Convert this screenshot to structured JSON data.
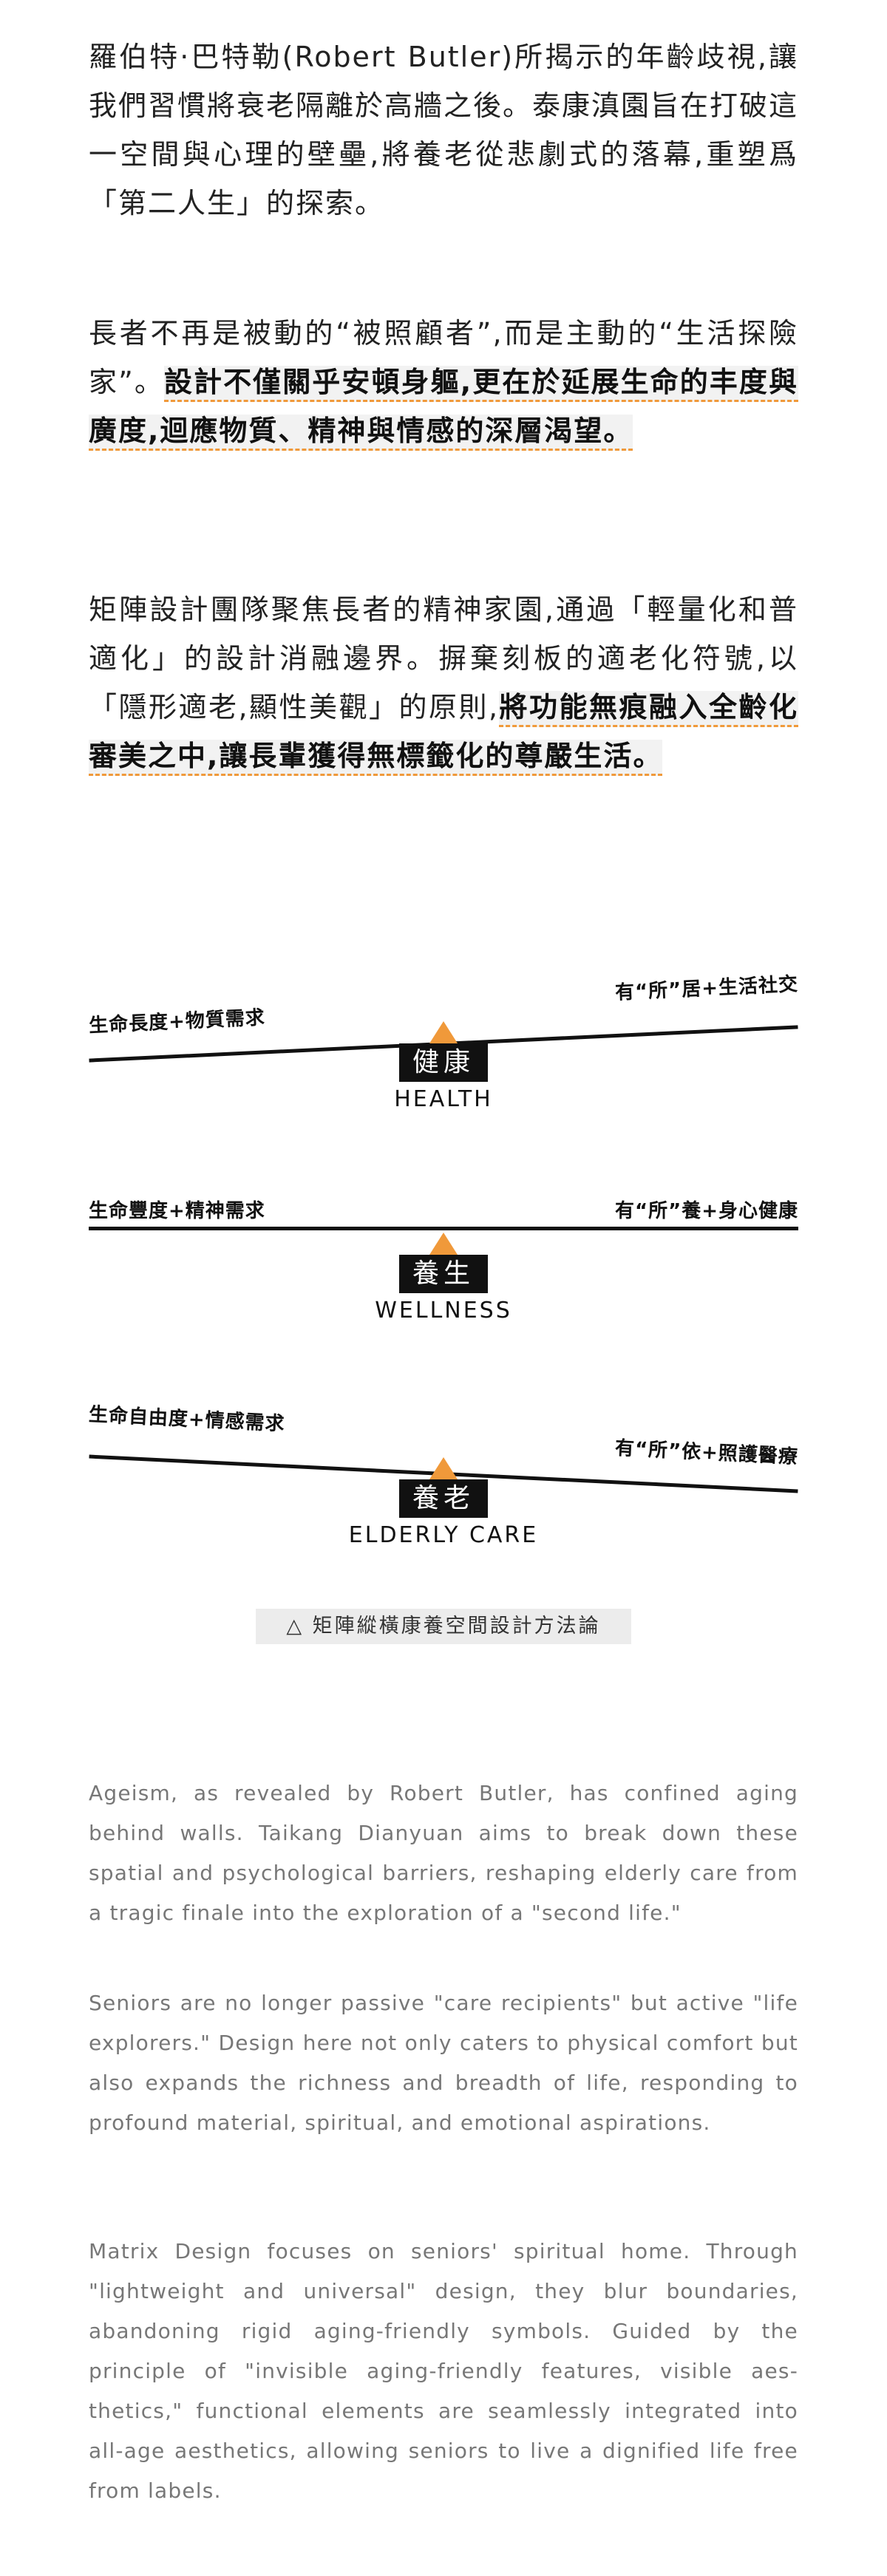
{
  "zh_paragraphs": {
    "p1": "羅伯特·巴特勒(Robert Butler)所揭示的年齡歧視,讓我們習慣將衰老隔離於高牆之後。泰康滇園旨在打破這一空間與心理的壁壘,將養老從悲劇式的落幕,重塑爲「第二人生」的探索。",
    "p2_normal": "長者不再是被動的“被照顧者”,而是主動的“生活探險家”。",
    "p2_highlight": "設計不僅關乎安頓身軀,更在於延展生命的丰度與廣度,迴應物質、精神與情感的深層渴望。",
    "p3_normal": "矩陣設計團隊聚焦長者的精神家園,通過「輕量化和普適化」的設計消融邊界。摒棄刻板的適老化符號,以「隱形適老,顯性美觀」的原則,",
    "p3_highlight": "將功能無痕融入全齡化審美之中,讓長輩獲得無標籤化的尊嚴生活。"
  },
  "diagram": {
    "levels": [
      {
        "left_label": "生命長度+物質需求",
        "right_label": "有“所”居+生活社交",
        "badge": "健康",
        "english": "HEALTH",
        "tilt": "left-low"
      },
      {
        "left_label": "生命豐度+精神需求",
        "right_label": "有“所”養+身心健康",
        "badge": "養生",
        "english": "WELLNESS",
        "tilt": "level"
      },
      {
        "left_label": "生命自由度+情感需求",
        "right_label": "有“所”依+照護醫療",
        "badge": "養老",
        "english": "ELDERLY CARE",
        "tilt": "right-low"
      }
    ],
    "caption_icon": "triangle-outline-icon",
    "caption": "△ 矩陣縱橫康養空間設計方法論",
    "accent_color": "#f0993a"
  },
  "en_paragraphs": {
    "p1": "Ageism, as revealed by Robert Butler, has confined aging behind walls. Taikang Dianyuan aims to break down these spatial and psychological barriers, reshaping elderly care from a tragic finale into the exploration of a \"second life.\"",
    "p2": "Seniors are no longer passive \"care recipients\" but active \"life explorers.\" Design here not only caters to physical comfort but also expands the richness and breadth of life, responding to profound material, spiritual, and emotional aspirations.",
    "p3": "Matrix Design focuses on seniors' spiritual home. Through \"lightweight and universal\" design, they blur boundaries, abandoning rigid aging-friendly symbols. Guided by the principle of \"invisible aging-friendly features, visible aes-thetics,\" functional elements are seamlessly integrated into all-age aesthetics, allowing seniors to live a dignified life free from labels."
  }
}
